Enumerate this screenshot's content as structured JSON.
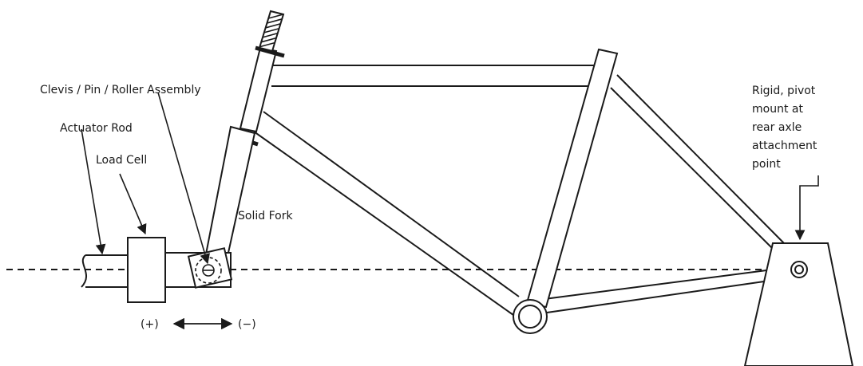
{
  "labels": {
    "clevis": "Clevis / Pin / Roller Assembly",
    "actuator_rod": "Actuator Rod",
    "load_cell": "Load Cell",
    "solid_fork": "Solid Fork",
    "rigid_mount_lines": [
      "Rigid, pivot",
      "mount at",
      "rear axle",
      "attachment",
      "point"
    ],
    "plus": "(+)",
    "minus": "(−)"
  },
  "colors": {
    "ink": "#1a1a1a",
    "background": "#ffffff"
  }
}
